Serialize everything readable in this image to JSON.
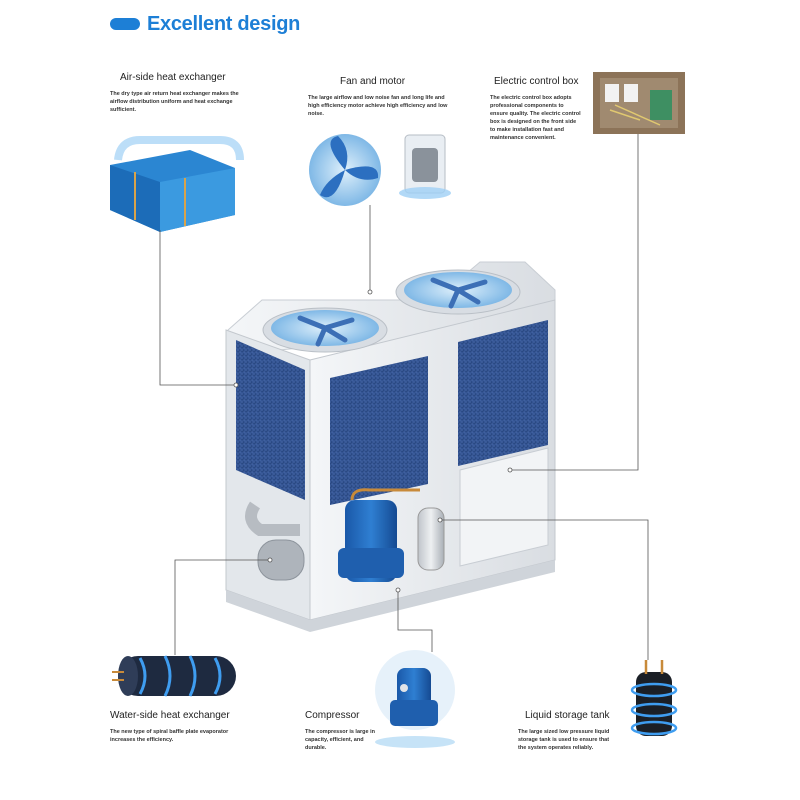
{
  "heading": "Excellent design",
  "components": {
    "air_side": {
      "label": "Air-side heat exchanger",
      "desc": "The dry type air return heat exchanger makes the airflow distribution uniform and heat exchange sufficient."
    },
    "fan_motor": {
      "label": "Fan and motor",
      "desc": "The large airflow and low noise fan and long life and high efficiency motor achieve high efficiency and low noise."
    },
    "control_box": {
      "label": "Electric control box",
      "desc": "The electric control box adopts professional components to ensure quality. The electric control box is designed on the front side to make installation fast and maintenance convenient."
    },
    "water_side": {
      "label": "Water-side heat exchanger",
      "desc": "The new type of spiral baffle plate evaporator increases the efficiency."
    },
    "compressor": {
      "label": "Compressor",
      "desc": "The compressor is large in capacity, efficient, and durable."
    },
    "tank": {
      "label": "Liquid storage tank",
      "desc": "The large sized low pressure liquid storage tank is used to ensure that the system operates reliably."
    }
  },
  "colors": {
    "accent": "#1d7fd6",
    "coil": "#2f4f8f",
    "frame": "#e8ebef",
    "leader": "#555555"
  }
}
